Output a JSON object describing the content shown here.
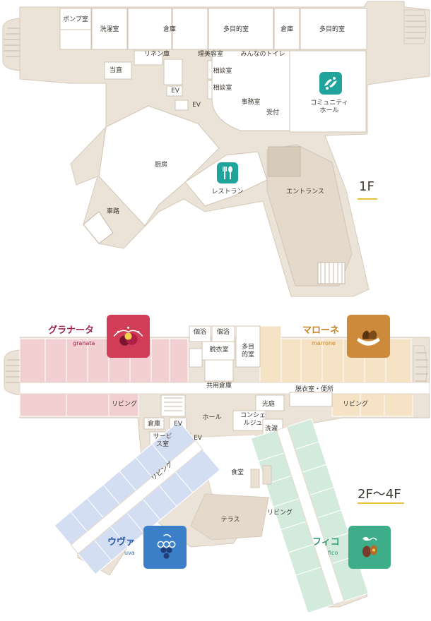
{
  "floors": {
    "first": "1F",
    "upper": "2F〜4F"
  },
  "rooms_1f": {
    "pump": "ポンプ室",
    "laundry": "洗濯室",
    "storage1": "倉庫",
    "multipurpose1": "多目的室",
    "storage2": "倉庫",
    "multipurpose2": "多目的室",
    "linen": "リネン庫",
    "barber": "理美容室",
    "toilet": "みんなのトイレ",
    "duty": "当直",
    "consult1": "相談室",
    "consult2": "相談室",
    "ev1": "EV",
    "ev2": "EV",
    "office": "事務室",
    "reception": "受付",
    "community": "コミュニティ\nホール",
    "kitchen": "厨房",
    "restaurant": "レストラン",
    "entrance": "エントランス",
    "garage": "車路"
  },
  "rooms_upper": {
    "bath1": "個浴",
    "bath2": "個浴",
    "dressing": "脱衣室",
    "multi": "多目\n的室",
    "shared_storage": "共用倉庫",
    "dressing_toilet": "脱衣室・便所",
    "living_left": "リビング",
    "living_right": "リビング",
    "lightwell": "光庭",
    "hall": "ホール",
    "storage": "倉庫",
    "ev_top": "EV",
    "ev_side": "EV",
    "service": "サービ\nス室",
    "concierge": "コンシェ\nルジュ",
    "washroom": "洗濯",
    "dining": "食堂",
    "living_uva": "リビング",
    "living_fico": "リビング",
    "terrace": "テラス"
  },
  "units": {
    "granata": {
      "name": "グラナータ",
      "sub": "granata",
      "color": "#a0214a"
    },
    "marrone": {
      "name": "マローネ",
      "sub": "marrone",
      "color": "#c9831e"
    },
    "uva": {
      "name": "ウヴァ",
      "sub": "uva",
      "color": "#2d5fa8"
    },
    "fico": {
      "name": "フィコ",
      "sub": "fico",
      "color": "#2f9a72"
    }
  },
  "colors": {
    "floor_base": "#ece3d8",
    "room_fill": "#ffffff",
    "wall": "#d1c4b4",
    "stair": "#bfb2a1",
    "granata_zone": "#f2cfd1",
    "marrone_zone": "#f6e3c6",
    "uva_zone": "#d4def2",
    "fico_zone": "#d3ebdc",
    "badge_community": "#1fa39a",
    "badge_restaurant": "#1fa39a",
    "badge_granata": "#d13c56",
    "badge_marrone": "#cc8a3a",
    "badge_uva": "#3b7fc8",
    "badge_fico": "#3eae8a",
    "floor_underline": "#e9c23a"
  },
  "icons": {
    "community": "hands-icon",
    "restaurant": "fork-spoon-icon",
    "granata": "pomegranate-icon",
    "marrone": "chestnut-icon",
    "uva": "grape-icon",
    "fico": "fig-icon"
  }
}
